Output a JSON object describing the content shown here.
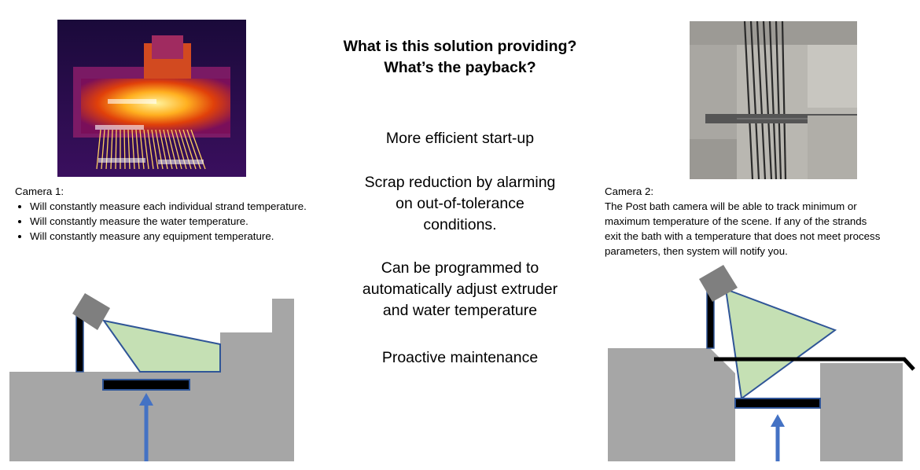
{
  "center": {
    "title_line1": "What is this solution providing?",
    "title_line2": "What’s the payback?",
    "point1": "More efficient start-up",
    "point2_l1": "Scrap reduction by alarming",
    "point2_l2": "on out-of-tolerance",
    "point2_l3": "conditions.",
    "point3_l1": "Can be programmed to",
    "point3_l2": "automatically adjust extruder",
    "point3_l3": "and water temperature",
    "point4": "Proactive maintenance"
  },
  "camera1": {
    "heading": "Camera 1:",
    "bullets": [
      "Will constantly measure each individual strand temperature.",
      "Will constantly measure the water temperature.",
      "Will constantly measure any equipment temperature."
    ]
  },
  "camera2": {
    "heading": "Camera 2:",
    "l1": "The Post bath camera will be able to track minimum or",
    "l2": "maximum temperature of the scene. If any of the strands",
    "l3": "exit the bath with a temperature that does not meet process",
    "l4": "parameters, then system will notify you."
  },
  "colors": {
    "gray_block": "#a6a6a6",
    "camera_gray": "#7f7f7f",
    "fov_fill": "#c5e0b4",
    "fov_stroke": "#2f5597",
    "arrow_blue": "#4472c4",
    "bath_black": "#000000"
  }
}
